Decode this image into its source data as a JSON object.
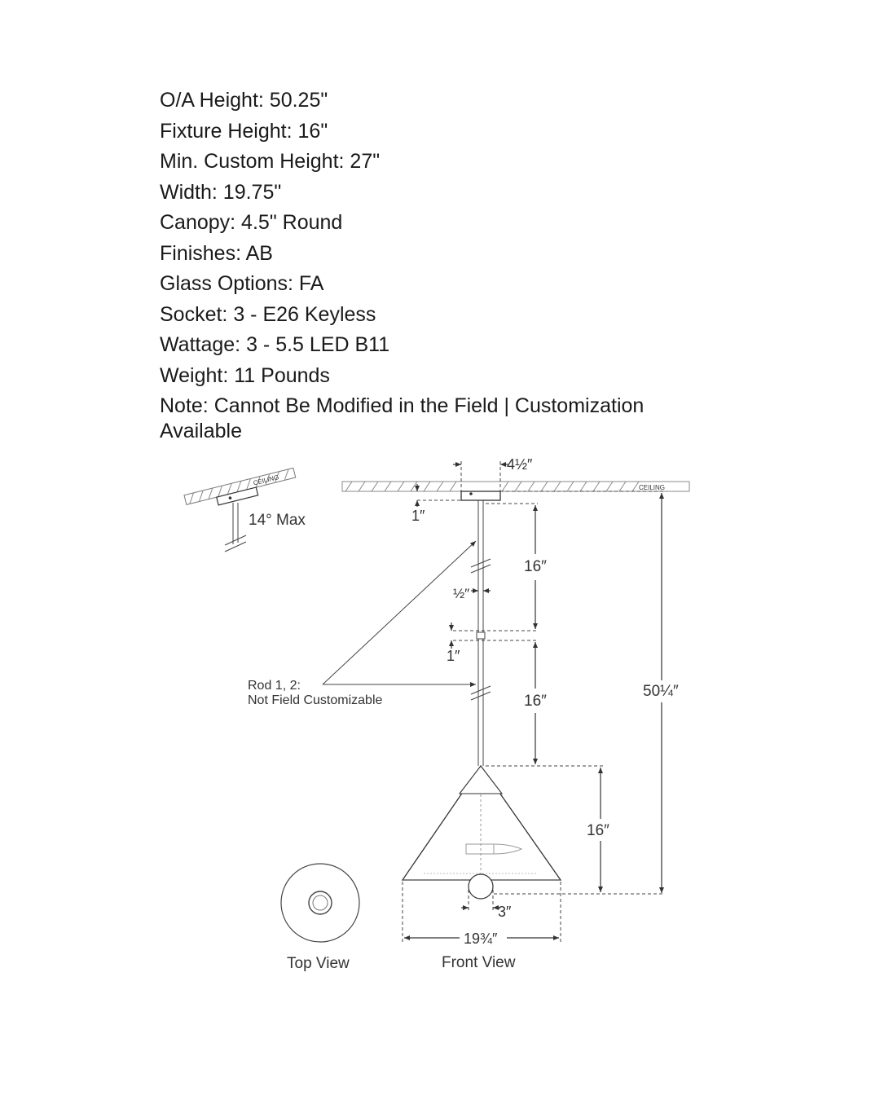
{
  "specs": [
    "O/A Height: 50.25\"",
    "Fixture Height: 16\"",
    "Min. Custom Height: 27\"",
    "Width: 19.75\"",
    "Canopy: 4.5\" Round",
    "Finishes: AB",
    "Glass Options: FA",
    "Socket: 3 - E26 Keyless",
    "Wattage: 3 - 5.5 LED B11",
    "Weight: 11 Pounds",
    "Note: Cannot Be Modified in the Field | Customization Available"
  ],
  "drawing": {
    "ceiling_label": "CEILING",
    "slope_label": "14° Max",
    "canopy_width": "4½″",
    "canopy_height": "1″",
    "rod1_length": "16″",
    "rod_diameter": "½″",
    "coupler_height": "1″",
    "rod2_length": "16″",
    "overall_height": "50¼″",
    "fixture_height": "16″",
    "bulb_width": "3″",
    "fixture_width": "19¾″",
    "rod_note_line1": "Rod 1, 2:",
    "rod_note_line2": "Not Field Customizable",
    "top_view_label": "Top View",
    "front_view_label": "Front View"
  }
}
